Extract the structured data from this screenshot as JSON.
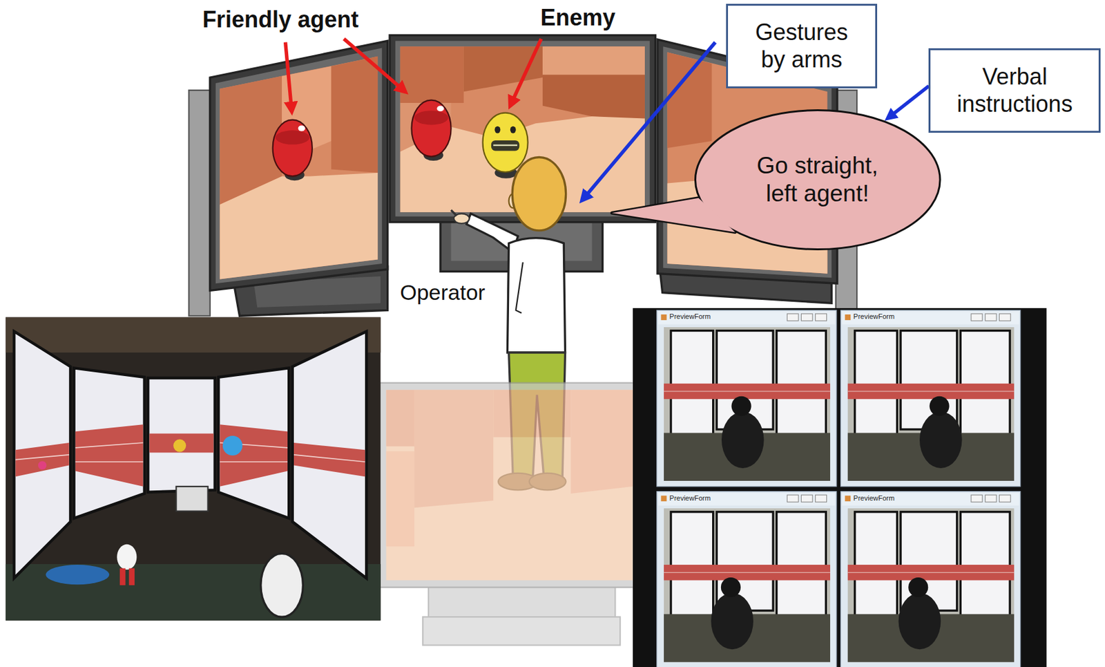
{
  "diagram": {
    "nodes": [
      {
        "text": [
          "Gestures by arms"
        ]
      },
      {
        "text": [
          "Verbal instructions"
        ]
      },
      {
        "text": [
          "Go straight, left agent!"
        ]
      }
    ],
    "edges": [
      {
        "from": 1,
        "to": 2,
        "arrow": "to"
      }
    ],
    "labels": [
      "Friendly agent",
      "Enemy",
      "Operator",
      "PreviewForm",
      "PreviewForm",
      "PreviewForm",
      "PreviewForm"
    ]
  }
}
